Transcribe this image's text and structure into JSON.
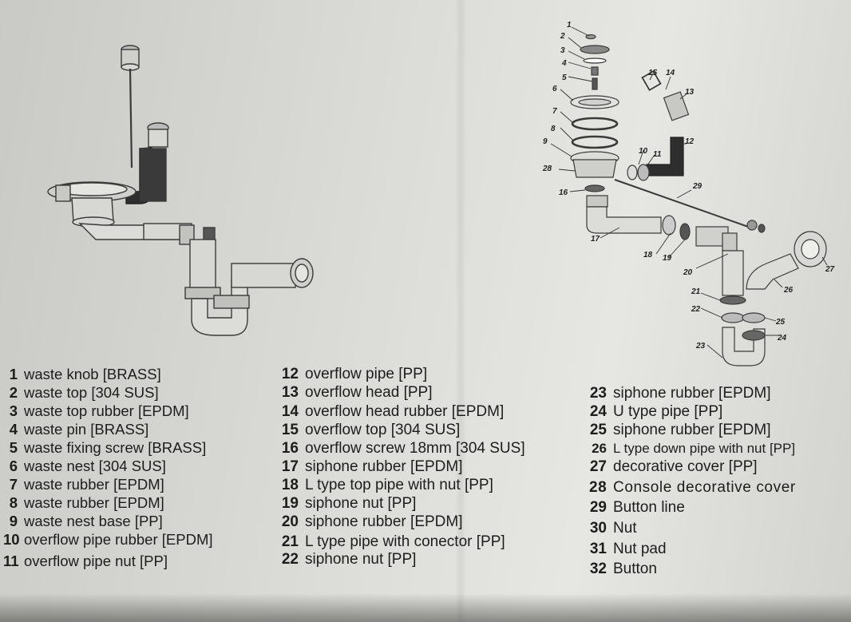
{
  "parts": {
    "col1": [
      {
        "num": "1",
        "label": "waste knob [BRASS]"
      },
      {
        "num": "2",
        "label": "waste top [304 SUS]"
      },
      {
        "num": "3",
        "label": "waste top rubber [EPDM]"
      },
      {
        "num": "4",
        "label": "waste pin [BRASS]"
      },
      {
        "num": "5",
        "label": "waste fixing screw [BRASS]"
      },
      {
        "num": "6",
        "label": "waste nest [304 SUS]"
      },
      {
        "num": "7",
        "label": "waste rubber [EPDM]"
      },
      {
        "num": "8",
        "label": "waste rubber [EPDM]"
      },
      {
        "num": "9",
        "label": "waste nest base [PP]"
      },
      {
        "num": "10",
        "label": "overflow pipe rubber [EPDM]"
      },
      {
        "num": "11",
        "label": "overflow pipe nut [PP]"
      }
    ],
    "col2": [
      {
        "num": "12",
        "label": "overflow pipe [PP]"
      },
      {
        "num": "13",
        "label": "overflow head [PP]"
      },
      {
        "num": "14",
        "label": "overflow head rubber [EPDM]"
      },
      {
        "num": "15",
        "label": "overflow top [304 SUS]"
      },
      {
        "num": "16",
        "label": "overflow screw 18mm [304 SUS]"
      },
      {
        "num": "17",
        "label": "siphone rubber [EPDM]"
      },
      {
        "num": "18",
        "label": "L type top pipe with nut [PP]"
      },
      {
        "num": "19",
        "label": "siphone nut [PP]"
      },
      {
        "num": "20",
        "label": "siphone rubber [EPDM]"
      },
      {
        "num": "21",
        "label": "L type pipe with conector [PP]"
      },
      {
        "num": "22",
        "label": "siphone nut [PP]"
      }
    ],
    "col3": [
      {
        "num": "23",
        "label": "siphone rubber [EPDM]"
      },
      {
        "num": "24",
        "label": "U type pipe [PP]"
      },
      {
        "num": "25",
        "label": "siphone rubber [EPDM]"
      },
      {
        "num": "26",
        "label": "L type down pipe with nut [PP]"
      },
      {
        "num": "27",
        "label": "decorative cover [PP]"
      },
      {
        "num": "28",
        "label": "Console decorative cover"
      },
      {
        "num": "29",
        "label": "Button line"
      },
      {
        "num": "30",
        "label": "Nut"
      },
      {
        "num": "31",
        "label": "Nut pad"
      },
      {
        "num": "32",
        "label": "Button"
      }
    ]
  },
  "callouts": [
    "1",
    "2",
    "3",
    "4",
    "5",
    "6",
    "7",
    "8",
    "9",
    "10",
    "11",
    "12",
    "13",
    "14",
    "15",
    "16",
    "17",
    "18",
    "19",
    "20",
    "21",
    "22",
    "23",
    "24",
    "25",
    "26",
    "27",
    "28",
    "29"
  ]
}
